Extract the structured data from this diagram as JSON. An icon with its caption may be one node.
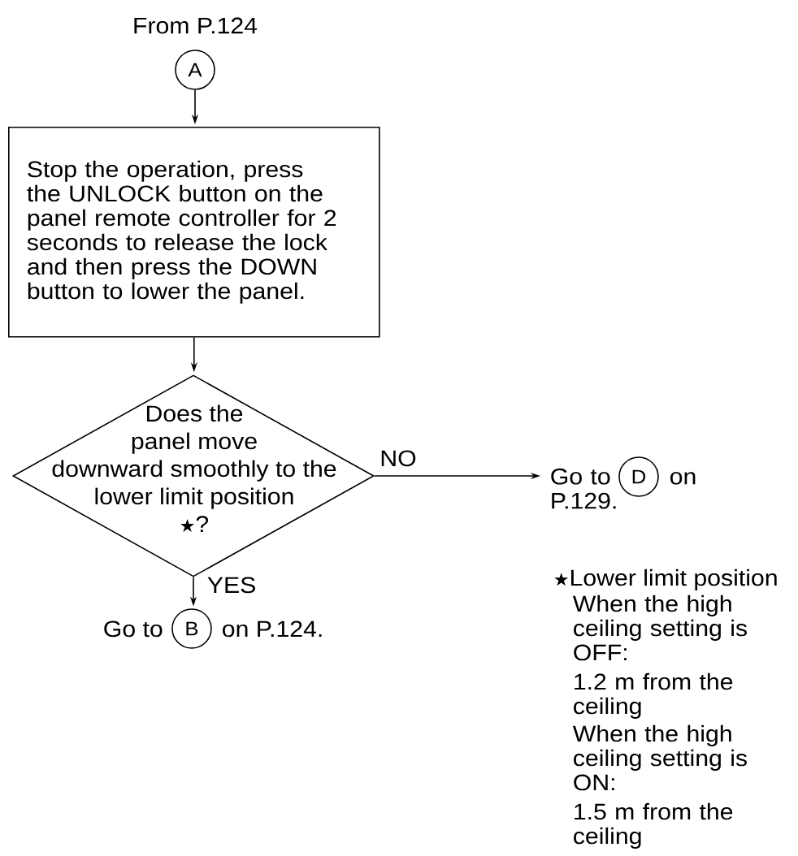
{
  "diagram": {
    "nodes": [
      {
        "text": [
          "A"
        ],
        "beside": [
          "From P.124"
        ]
      },
      {
        "text": [
          "Stop the operation, press the UNLOCK button on the panel remote controller for 2 seconds to release the lock and then press the DOWN button to lower the panel."
        ]
      },
      {
        "text": [
          "Does the panel move downward smoothly to the lower limit position ★?"
        ]
      },
      {
        "text": [
          "Go to",
          "on P.129."
        ]
      },
      {
        "text": [
          "D"
        ],
        "in": 3
      },
      {
        "text": [
          "Go to",
          "on P.124."
        ]
      },
      {
        "text": [
          "B"
        ]
      }
    ],
    "edges": [
      {
        "from": 0,
        "to": 1,
        "arrow": "to"
      },
      {
        "from": 1,
        "to": 2,
        "arrow": "to"
      },
      {
        "from": 2,
        "to": 3,
        "arrow": "to",
        "label": "NO"
      },
      {
        "from": 2,
        "to": 5,
        "arrow": "to",
        "label": "YES"
      }
    ],
    "labels": [
      "★Lower limit position",
      "When the high ceiling setting is OFF:",
      "1.2 m from the ceiling",
      "When the high ceiling setting is ON:",
      "1.5 m from the ceiling"
    ]
  }
}
